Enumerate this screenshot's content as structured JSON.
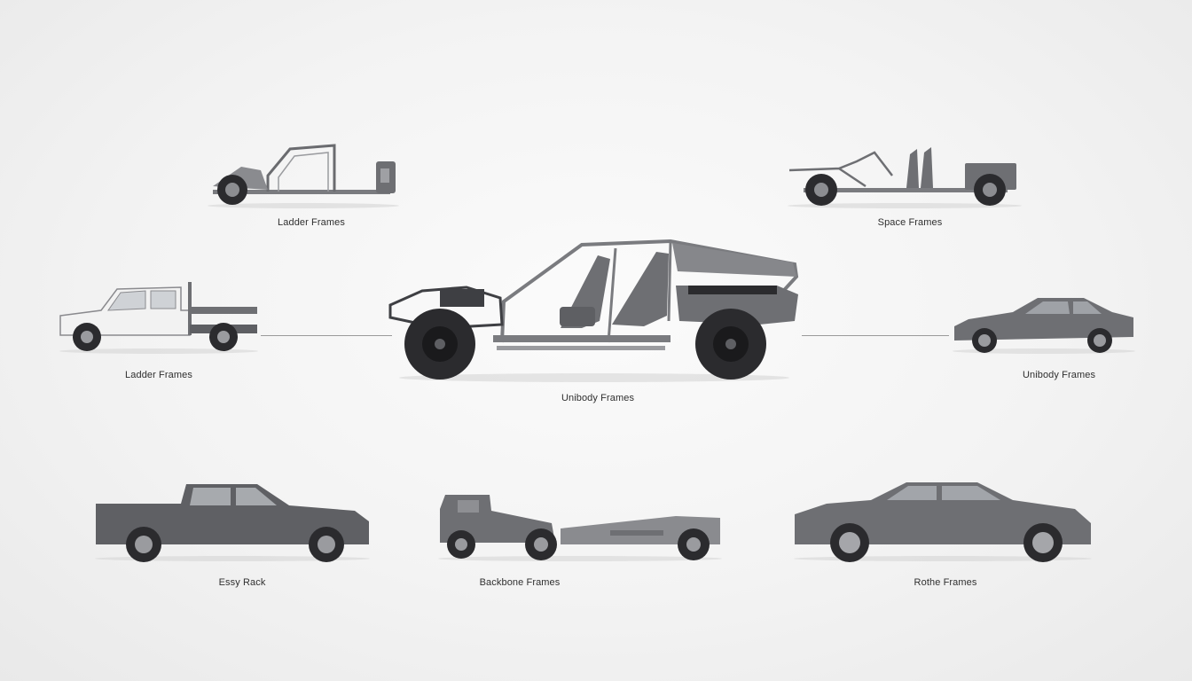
{
  "labels": {
    "top_left": "Ladder Frames",
    "top_right": "Space Frames",
    "mid_left": "Ladder Frames",
    "center": "Unibody Frames",
    "mid_right": "Unibody Frames",
    "bottom_left": "Essy Rack",
    "bottom_center": "Backbone Frames",
    "bottom_right": "Rothe Frames"
  },
  "colors": {
    "body_gray": "#6e6f73",
    "frame_gray": "#7a7b7f",
    "tire": "#2b2b2e",
    "white_truck": "#f2f2f2",
    "connector": "#9a9a9a"
  }
}
